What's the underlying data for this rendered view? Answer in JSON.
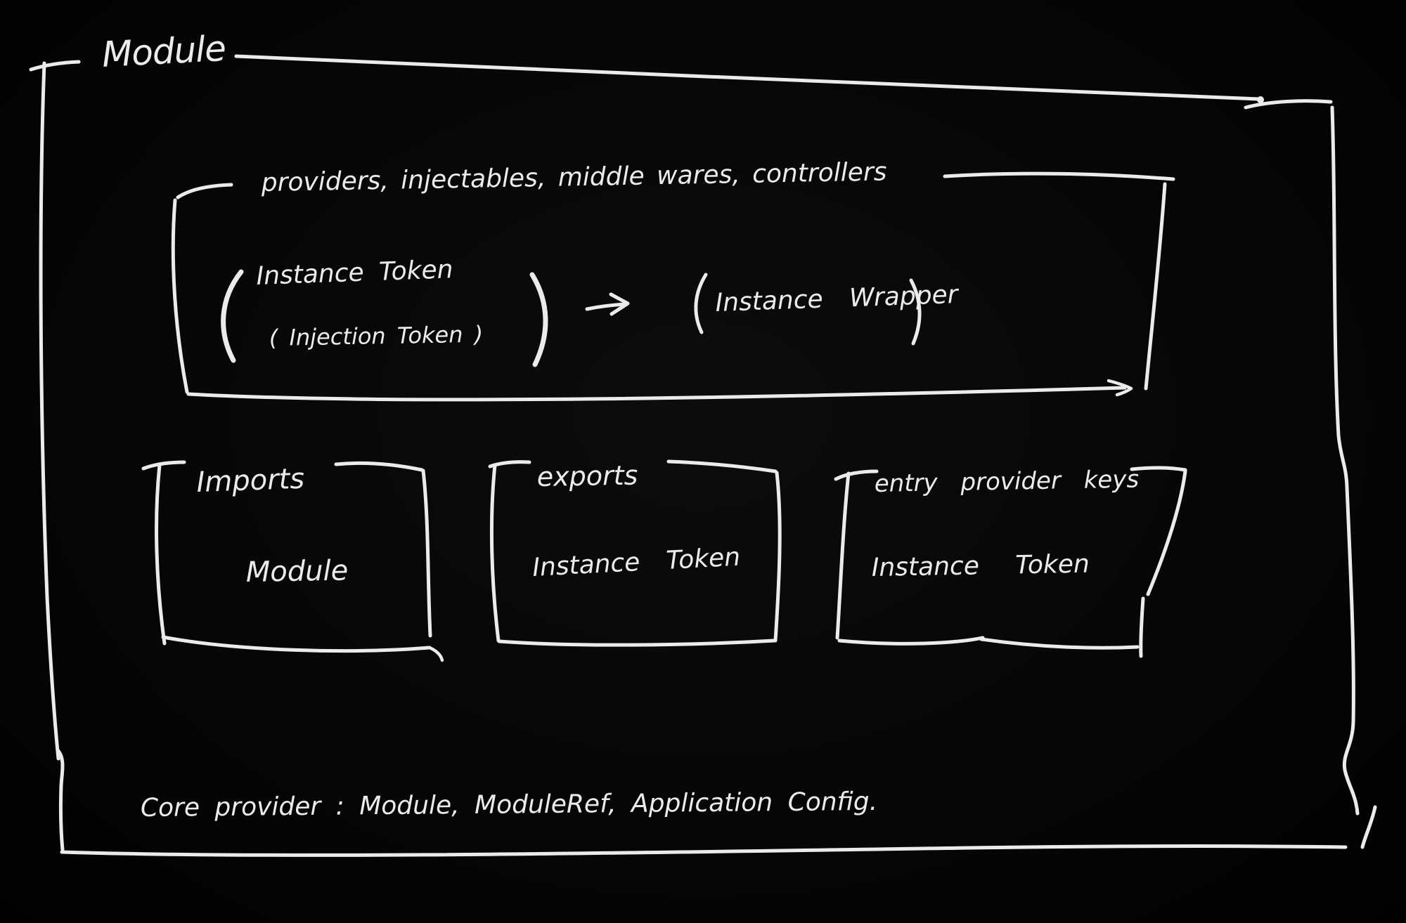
{
  "colors": {
    "background": "#050505",
    "ink": "#ebebeb"
  },
  "module": {
    "title": "Module",
    "providers_section": {
      "label": "providers,  injectables,  middle wares,  controllers",
      "source_primary": "Instance Token",
      "source_secondary": "( Injection Token )",
      "operator_icon": "arrow-right-icon",
      "target": "Instance Wrapper"
    },
    "imports_section": {
      "label": "Imports",
      "content": "Module"
    },
    "exports_section": {
      "label": "exports",
      "content": "Instance Token"
    },
    "entry_section": {
      "label": "entry provider keys",
      "content": "Instance Token"
    },
    "core_providers_note": "Core provider :  Module,  ModuleRef,  Application Config."
  }
}
